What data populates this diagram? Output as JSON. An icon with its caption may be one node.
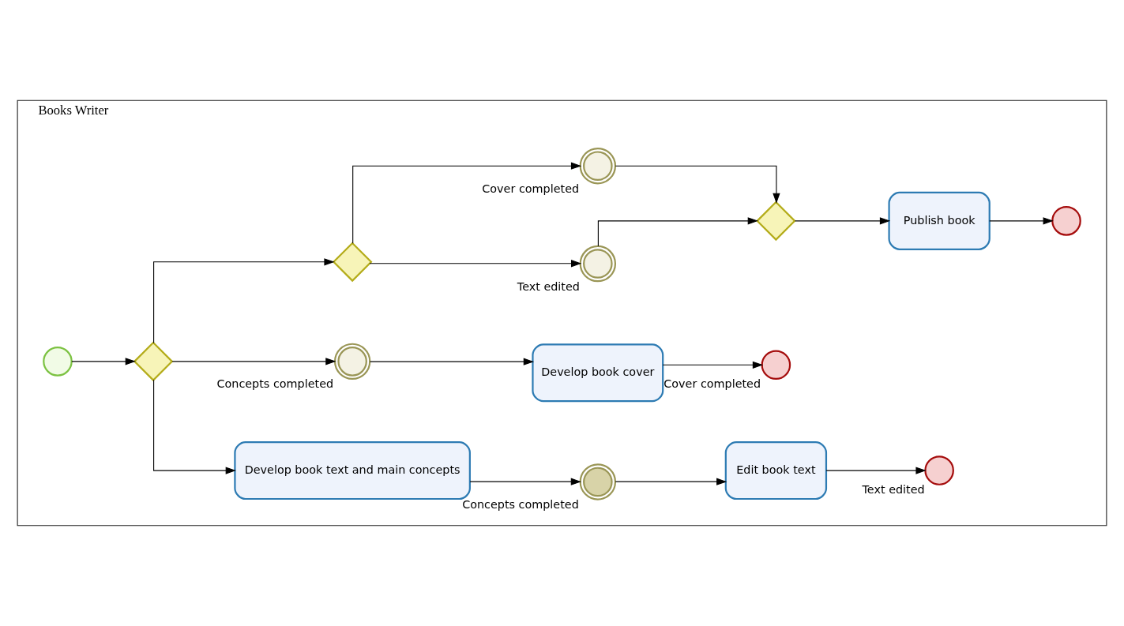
{
  "diagram": {
    "nodes": [
      {
        "text": [
          "Books Writer"
        ]
      },
      {
        "text": [],
        "shape": "circle",
        "in": 0
      },
      {
        "text": [],
        "shape": "diamond",
        "in": 0
      },
      {
        "text": [
          "Develop book text and main concepts"
        ],
        "in": 0
      },
      {
        "text": [],
        "shape": "circle",
        "in": 0,
        "beside": [
          "Concepts completed"
        ]
      },
      {
        "text": [
          "Edit book text"
        ],
        "in": 0
      },
      {
        "text": [],
        "shape": "circle",
        "in": 0,
        "beside": [
          "Text edited"
        ]
      },
      {
        "text": [],
        "shape": "circle",
        "in": 0,
        "beside": [
          "Concepts completed"
        ]
      },
      {
        "text": [
          "Develop book cover"
        ],
        "in": 0
      },
      {
        "text": [],
        "shape": "circle",
        "in": 0,
        "beside": [
          "Cover completed"
        ]
      },
      {
        "text": [],
        "shape": "diamond",
        "in": 0
      },
      {
        "text": [],
        "shape": "circle",
        "in": 0,
        "beside": [
          "Text edited"
        ]
      },
      {
        "text": [],
        "shape": "circle",
        "in": 0,
        "beside": [
          "Cover completed"
        ]
      },
      {
        "text": [],
        "shape": "diamond",
        "in": 0
      },
      {
        "text": [
          "Publish book"
        ],
        "in": 0
      },
      {
        "text": [],
        "shape": "circle",
        "in": 0
      }
    ],
    "edges": [
      {
        "from": 1,
        "to": 2,
        "arrow": "to"
      },
      {
        "from": 2,
        "to": 3,
        "arrow": "to"
      },
      {
        "from": 3,
        "to": 4,
        "arrow": "to"
      },
      {
        "from": 4,
        "to": 5,
        "arrow": "to"
      },
      {
        "from": 5,
        "to": 6,
        "arrow": "to"
      },
      {
        "from": 2,
        "to": 7,
        "arrow": "to"
      },
      {
        "from": 7,
        "to": 8,
        "arrow": "to"
      },
      {
        "from": 8,
        "to": 9,
        "arrow": "to"
      },
      {
        "from": 2,
        "to": 10,
        "arrow": "to"
      },
      {
        "from": 10,
        "to": 11,
        "arrow": "to"
      },
      {
        "from": 10,
        "to": 12,
        "arrow": "to"
      },
      {
        "from": 11,
        "to": 13,
        "arrow": "to"
      },
      {
        "from": 12,
        "to": 13,
        "arrow": "to"
      },
      {
        "from": 13,
        "to": 14,
        "arrow": "to"
      },
      {
        "from": 14,
        "to": 15,
        "arrow": "to"
      }
    ]
  }
}
